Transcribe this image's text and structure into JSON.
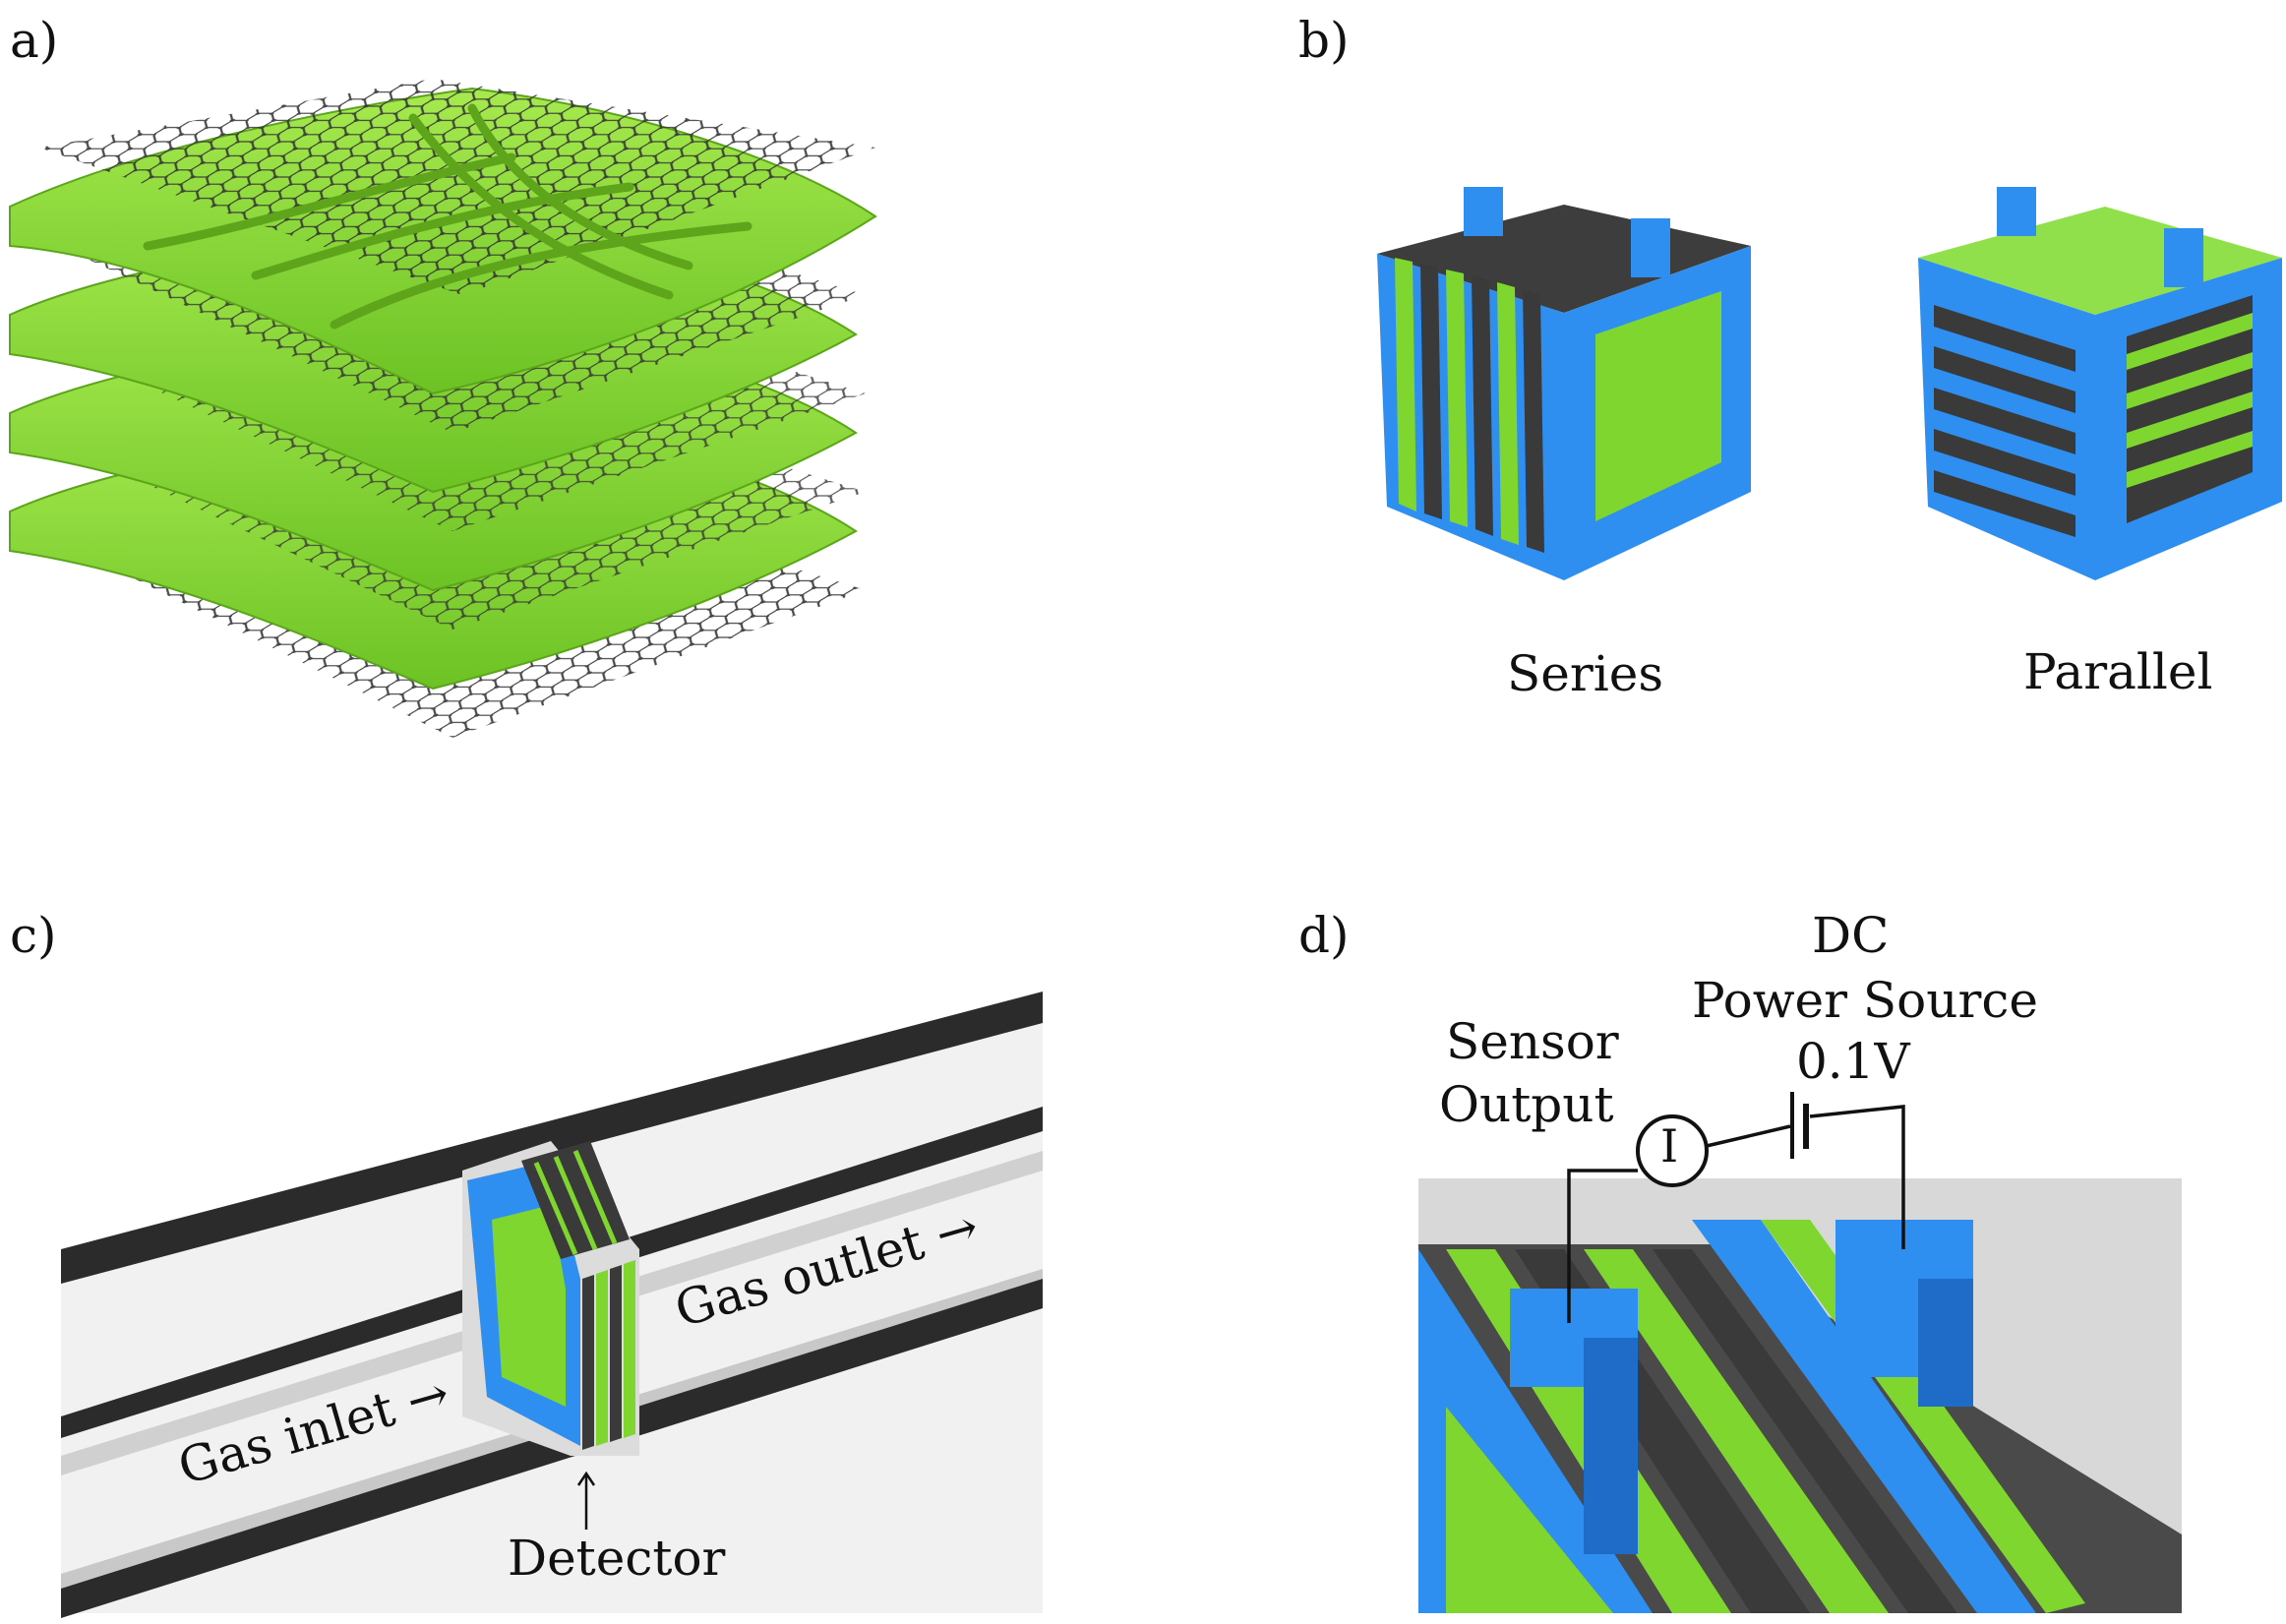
{
  "panels": {
    "a": {
      "label": "a)"
    },
    "b": {
      "label": "b)",
      "series_label": "Series",
      "parallel_label": "Parallel"
    },
    "c": {
      "label": "c)",
      "gas_inlet": "Gas inlet →",
      "gas_outlet": "Gas outlet →",
      "detector": "Detector"
    },
    "d": {
      "label": "d)",
      "dc": "DC",
      "power_source": "Power Source",
      "voltage": "0.1V",
      "sensor": "Sensor",
      "output": "Output",
      "ammeter_symbol": "I"
    }
  },
  "colors": {
    "green": "#7fd62f",
    "green_dark": "#5fae1c",
    "blue": "#2f8ff0",
    "blue_dark": "#1f6cc8",
    "stripe_dark": "#3a3a3a",
    "graphene": "#333333",
    "tube": "#e6e6e6",
    "tube_edge": "#2b2b2b"
  }
}
